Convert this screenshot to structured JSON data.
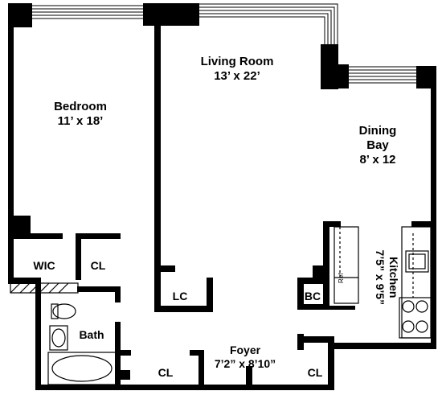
{
  "plan": {
    "rooms": {
      "living_room": {
        "name": "Living Room",
        "size": "13’ x 22’"
      },
      "bedroom": {
        "name": "Bedroom",
        "size": "11’ x 18’"
      },
      "dining_bay": {
        "name_line1": "Dining",
        "name_line2": "Bay",
        "size": "8’ x 12"
      },
      "kitchen": {
        "name": "Kitchen",
        "size": "7’5” x 9’5”"
      },
      "foyer": {
        "name": "Foyer",
        "size": "7’2” x 8’10”"
      },
      "bath": {
        "name": "Bath"
      },
      "wic": {
        "name": "WIC"
      },
      "bedroom_closet": {
        "name": "CL"
      },
      "linen_closet": {
        "name": "LC"
      },
      "broom_closet": {
        "name": "BC"
      },
      "bath_closet": {
        "name": "CL"
      },
      "foyer_closet": {
        "name": "CL"
      }
    },
    "fixtures": {
      "refrigerator": "Ref"
    },
    "colors": {
      "wall": "#000000",
      "background": "#ffffff"
    }
  }
}
